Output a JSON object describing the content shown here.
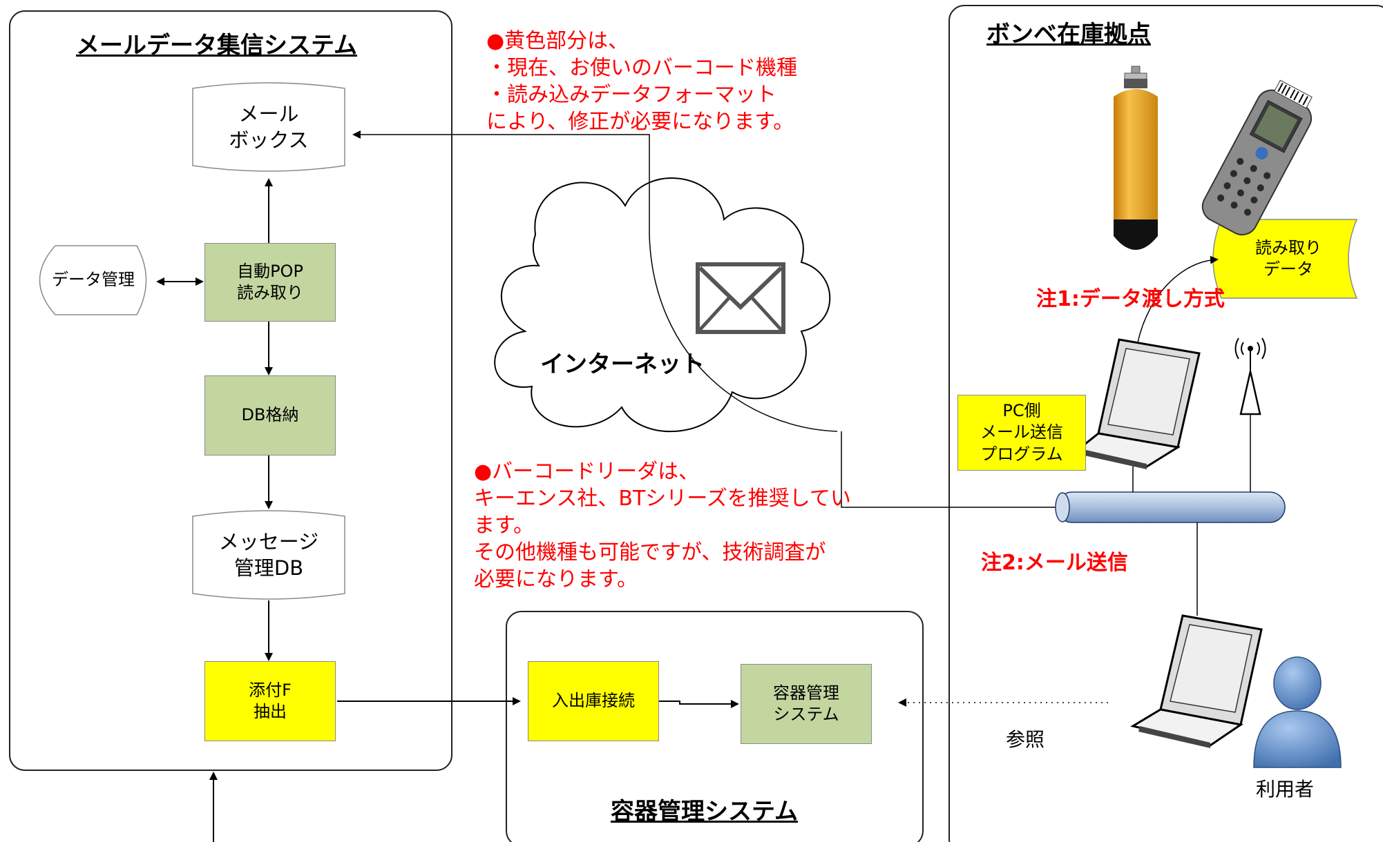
{
  "panels": {
    "mail_system_title": "メールデータ集信システム",
    "cylinder_site_title": "ボンベ在庫拠点",
    "container_system_title": "容器管理システム"
  },
  "nodes": {
    "mailbox": "メール\nボックス",
    "data_mgmt": "データ管理",
    "auto_pop": "自動POP\n読み取り",
    "db_store": "DB格納",
    "message_db": "メッセージ\n管理DB",
    "attach_extract": "添付F\n抽出",
    "in_out_conn": "入出庫接続",
    "container_sys": "容器管理\nシステム",
    "read_data": "読み取り\nデータ",
    "pc_program": "PC側\nメール送信\nプログラム"
  },
  "labels": {
    "internet": "インターネット",
    "reference": "参照",
    "user": "利用者"
  },
  "notes": {
    "yellow_note": "●黄色部分は、\n・現在、お使いのバーコード機種\n・読み込みデータフォーマット\nにより、修正が必要になります。",
    "barcode_note": "●バーコードリーダは、\nキーエンス社、BTシリーズを推奨してい\nます。\nその他機種も可能ですが、技術調査が\n必要になります。",
    "note1": "注1:データ渡し方式",
    "note2": "注2:メール送信"
  },
  "colors": {
    "green_box": "#c4d6a0",
    "yellow_box": "#ffff00",
    "note_red": "#ff0000",
    "cylinder_orange": "#f0a820",
    "user_blue": "#5b8cc8"
  }
}
